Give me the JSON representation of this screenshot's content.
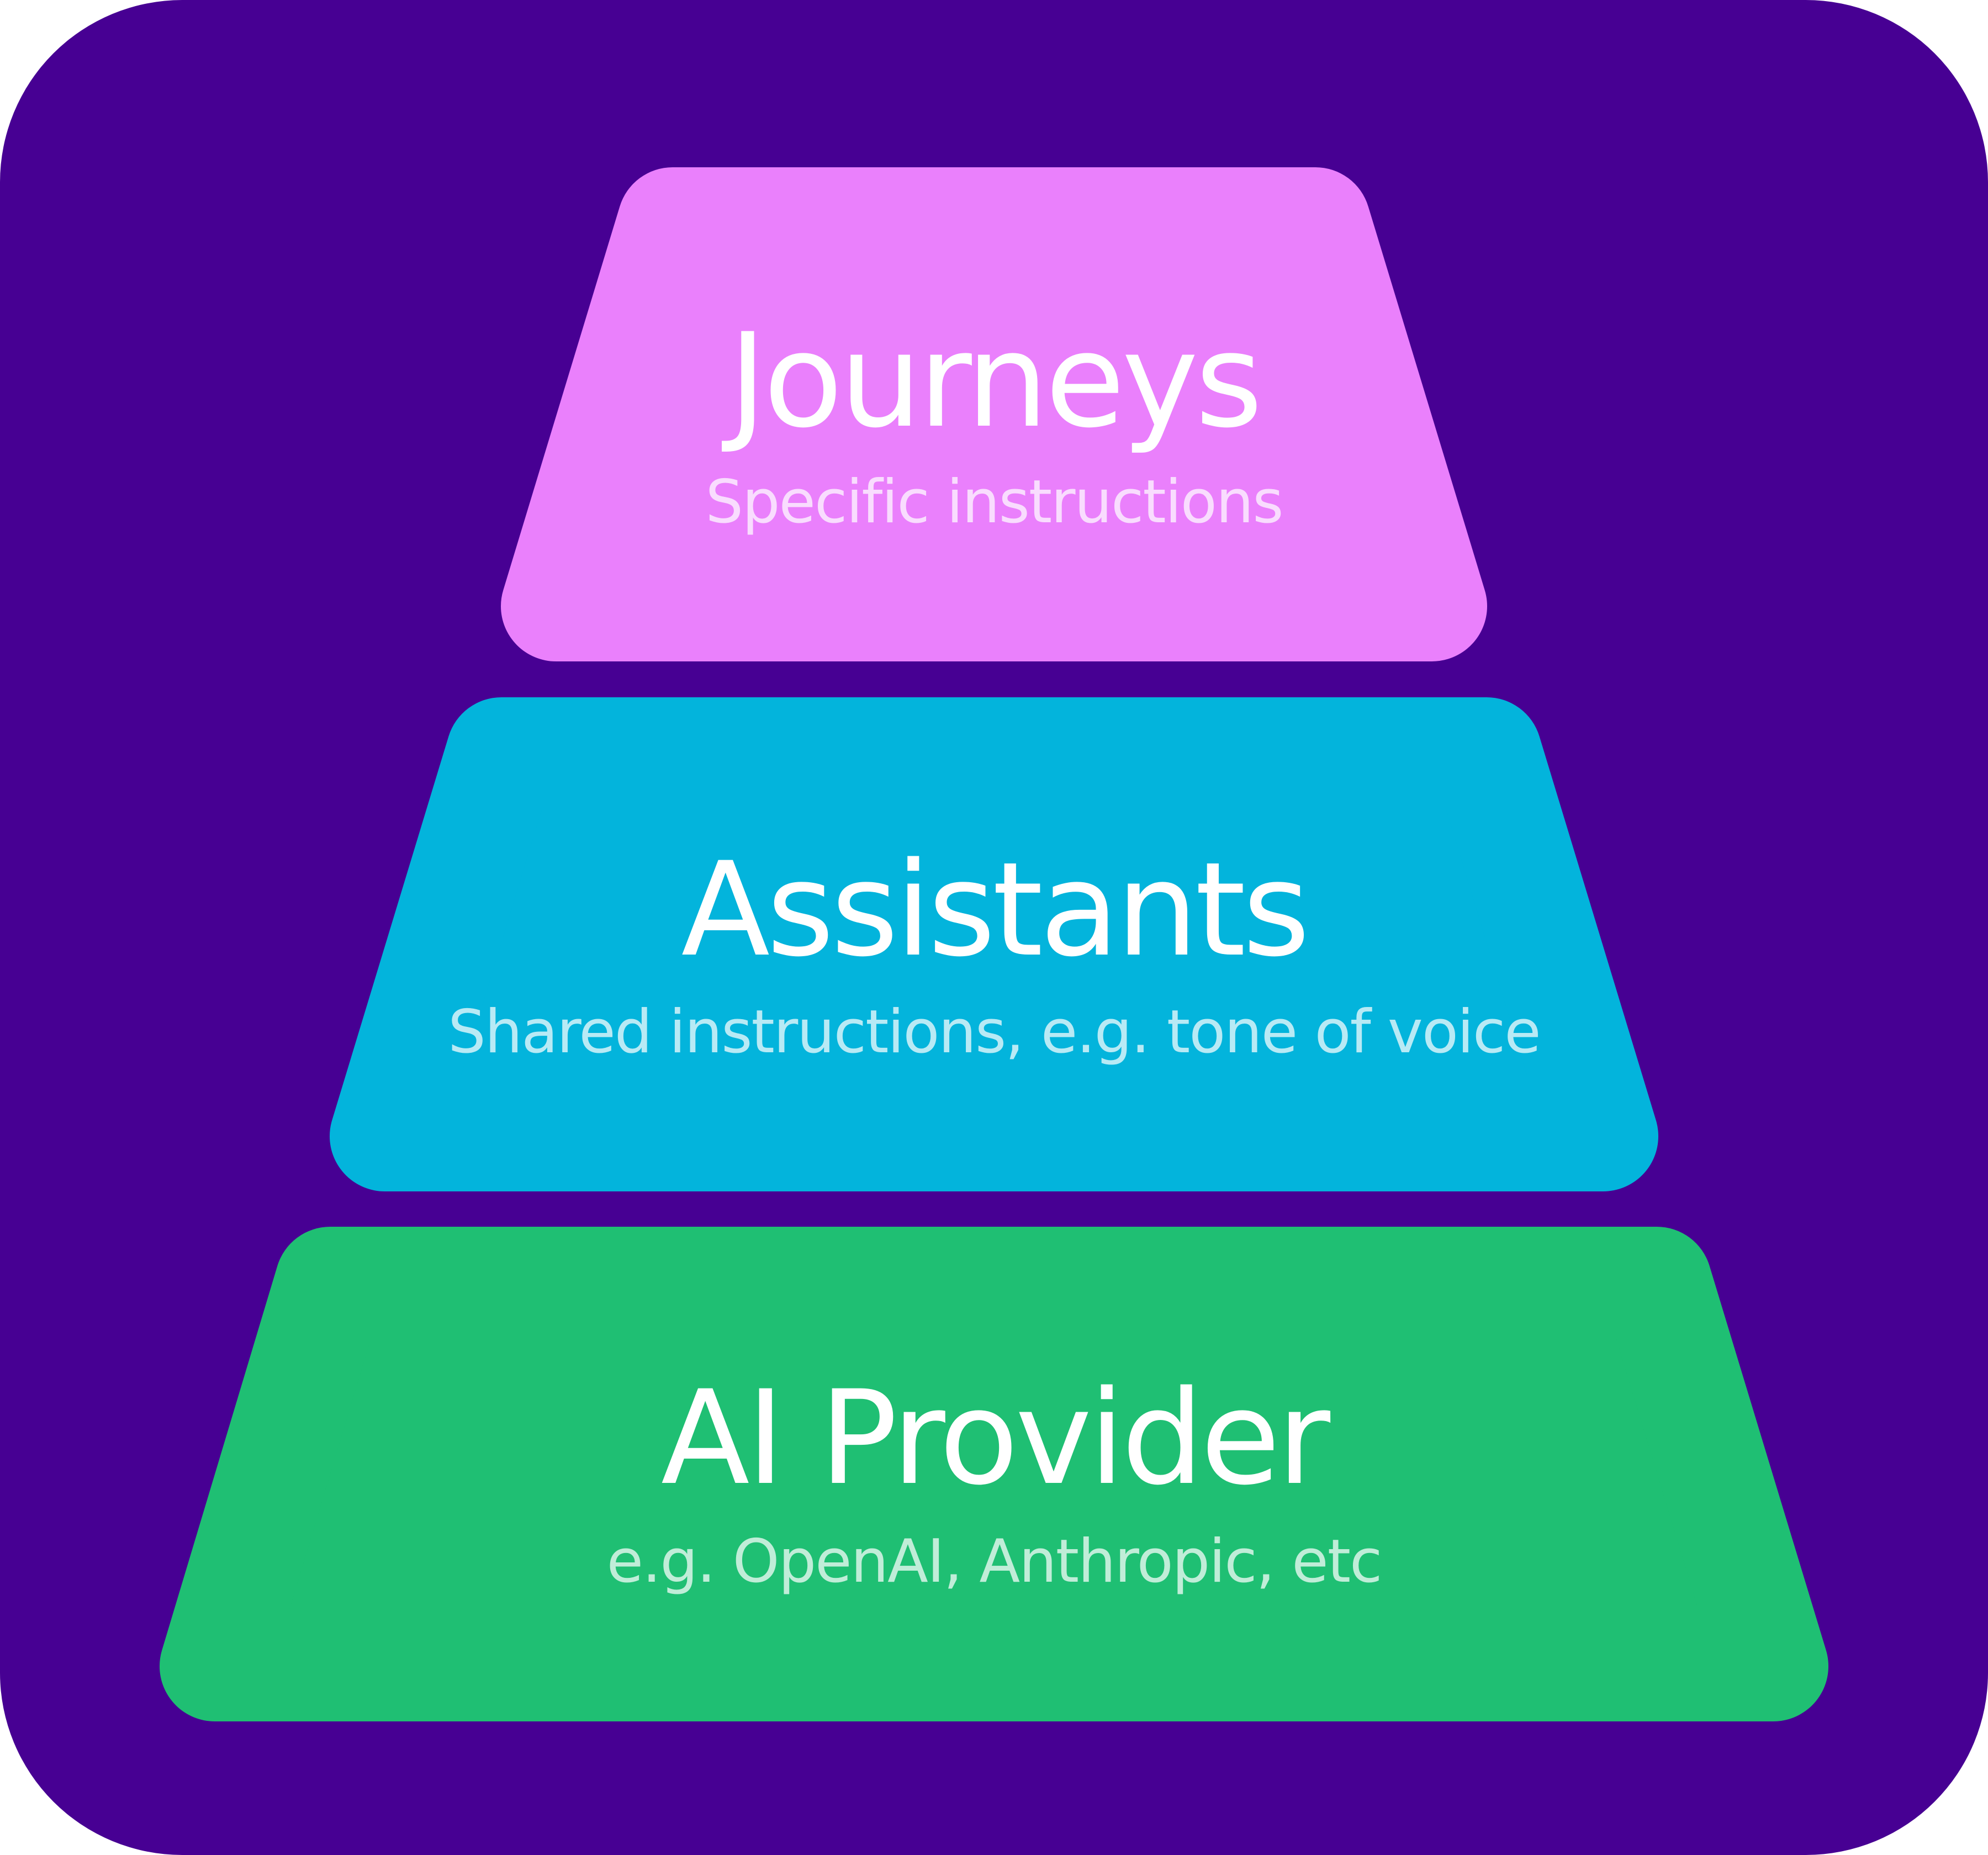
{
  "colors": {
    "background": "#470093",
    "journeys": "#EA80FC",
    "assistants": "#03B4DC",
    "provider": "#1FBF73"
  },
  "layers": [
    {
      "title": "Journeys",
      "subtitle": "Specific instructions"
    },
    {
      "title": "Assistants",
      "subtitle": "Shared instructions, e.g. tone of voice"
    },
    {
      "title": "AI Provider",
      "subtitle": "e.g. OpenAI, Anthropic, etc"
    }
  ]
}
